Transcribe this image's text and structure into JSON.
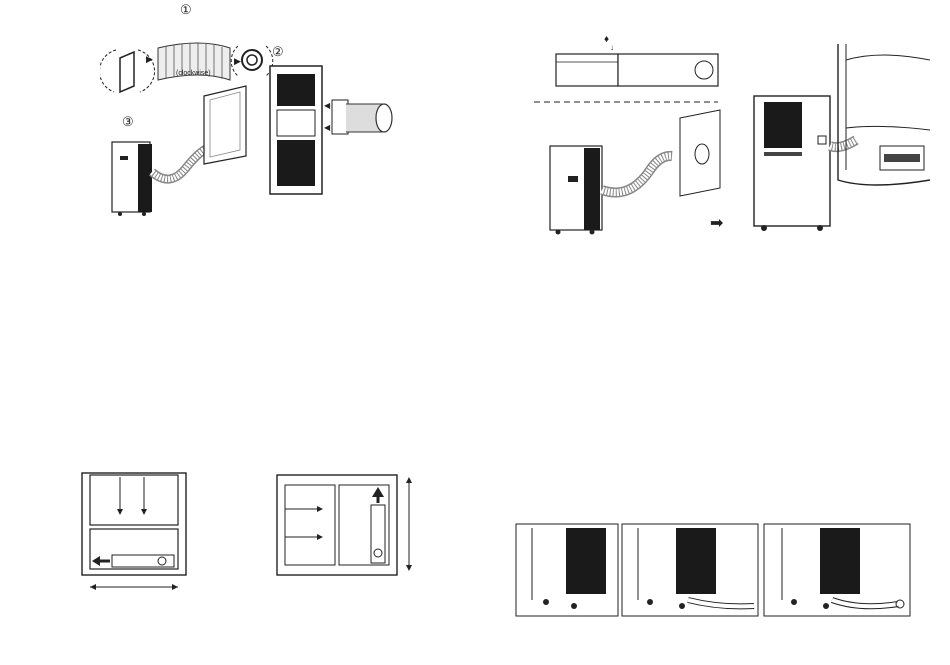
{
  "steps": {
    "step1": "①",
    "step2": "②",
    "step3": "③"
  },
  "labels": {
    "clockwise": "(clockwise)"
  },
  "colors": {
    "line": "#222222",
    "grille": "#1a1a1a",
    "hose": "#888888"
  }
}
